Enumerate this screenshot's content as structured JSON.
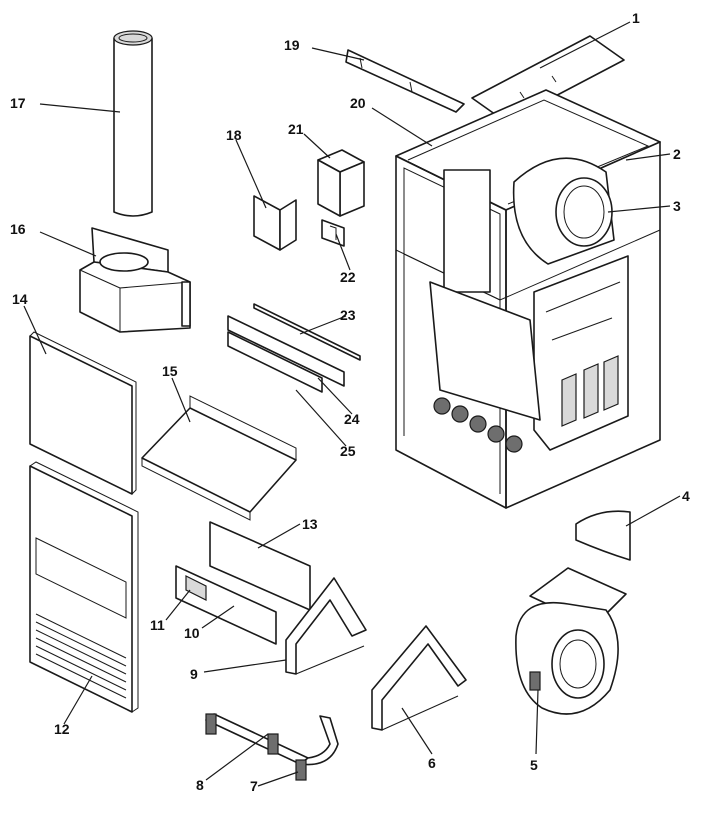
{
  "diagram": {
    "callouts": [
      {
        "label": "1"
      },
      {
        "label": "2"
      },
      {
        "label": "3"
      },
      {
        "label": "4"
      },
      {
        "label": "5"
      },
      {
        "label": "6"
      },
      {
        "label": "7"
      },
      {
        "label": "8"
      },
      {
        "label": "9"
      },
      {
        "label": "10"
      },
      {
        "label": "11"
      },
      {
        "label": "12"
      },
      {
        "label": "13"
      },
      {
        "label": "14"
      },
      {
        "label": "15"
      },
      {
        "label": "16"
      },
      {
        "label": "17"
      },
      {
        "label": "18"
      },
      {
        "label": "19"
      },
      {
        "label": "20"
      },
      {
        "label": "21"
      },
      {
        "label": "22"
      },
      {
        "label": "23"
      },
      {
        "label": "24"
      },
      {
        "label": "25"
      }
    ]
  }
}
